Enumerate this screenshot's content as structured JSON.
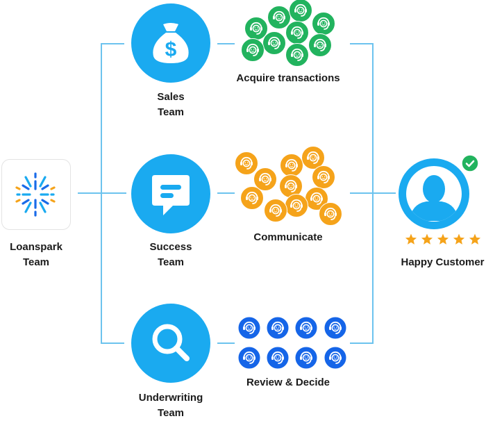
{
  "source": {
    "name_line1": "Loanspark",
    "name_line2": "Team",
    "icon": "loanspark-burst-logo"
  },
  "teams": [
    {
      "id": "sales",
      "name_line1": "Sales",
      "name_line2": "Team",
      "icon": "money-bag-icon",
      "outcome_label": "Acquire transactions",
      "agent_color": "#22b35e",
      "agent_count": 9
    },
    {
      "id": "success",
      "name_line1": "Success",
      "name_line2": "Team",
      "icon": "chat-bubble-icon",
      "outcome_label": "Communicate",
      "agent_color": "#f5a31a",
      "agent_count": 11
    },
    {
      "id": "underwriting",
      "name_line1": "Underwriting",
      "name_line2": "Team",
      "icon": "magnifier-icon",
      "outcome_label": "Review & Decide",
      "agent_color": "#1565e8",
      "agent_count": 8
    }
  ],
  "customer": {
    "label": "Happy Customer",
    "icon": "user-avatar-icon",
    "badge": "check-badge-icon",
    "rating": 5,
    "rating_max": 5
  },
  "colors": {
    "team_blue": "#1aaaf0",
    "connector": "#6cc3ee",
    "badge_green": "#22b35e",
    "star": "#f5a31a"
  }
}
